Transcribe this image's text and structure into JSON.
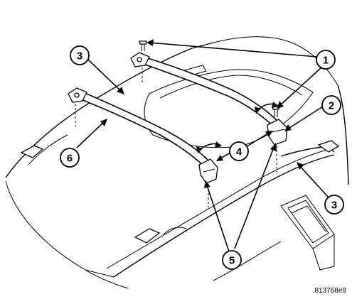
{
  "figure_id": "813768e9",
  "callouts": {
    "c1": "1",
    "c2": "2",
    "c3a": "3",
    "c3b": "3",
    "c4": "4",
    "c5": "5",
    "c6": "6"
  },
  "colors": {
    "line": "#000000",
    "background": "#ffffff"
  }
}
